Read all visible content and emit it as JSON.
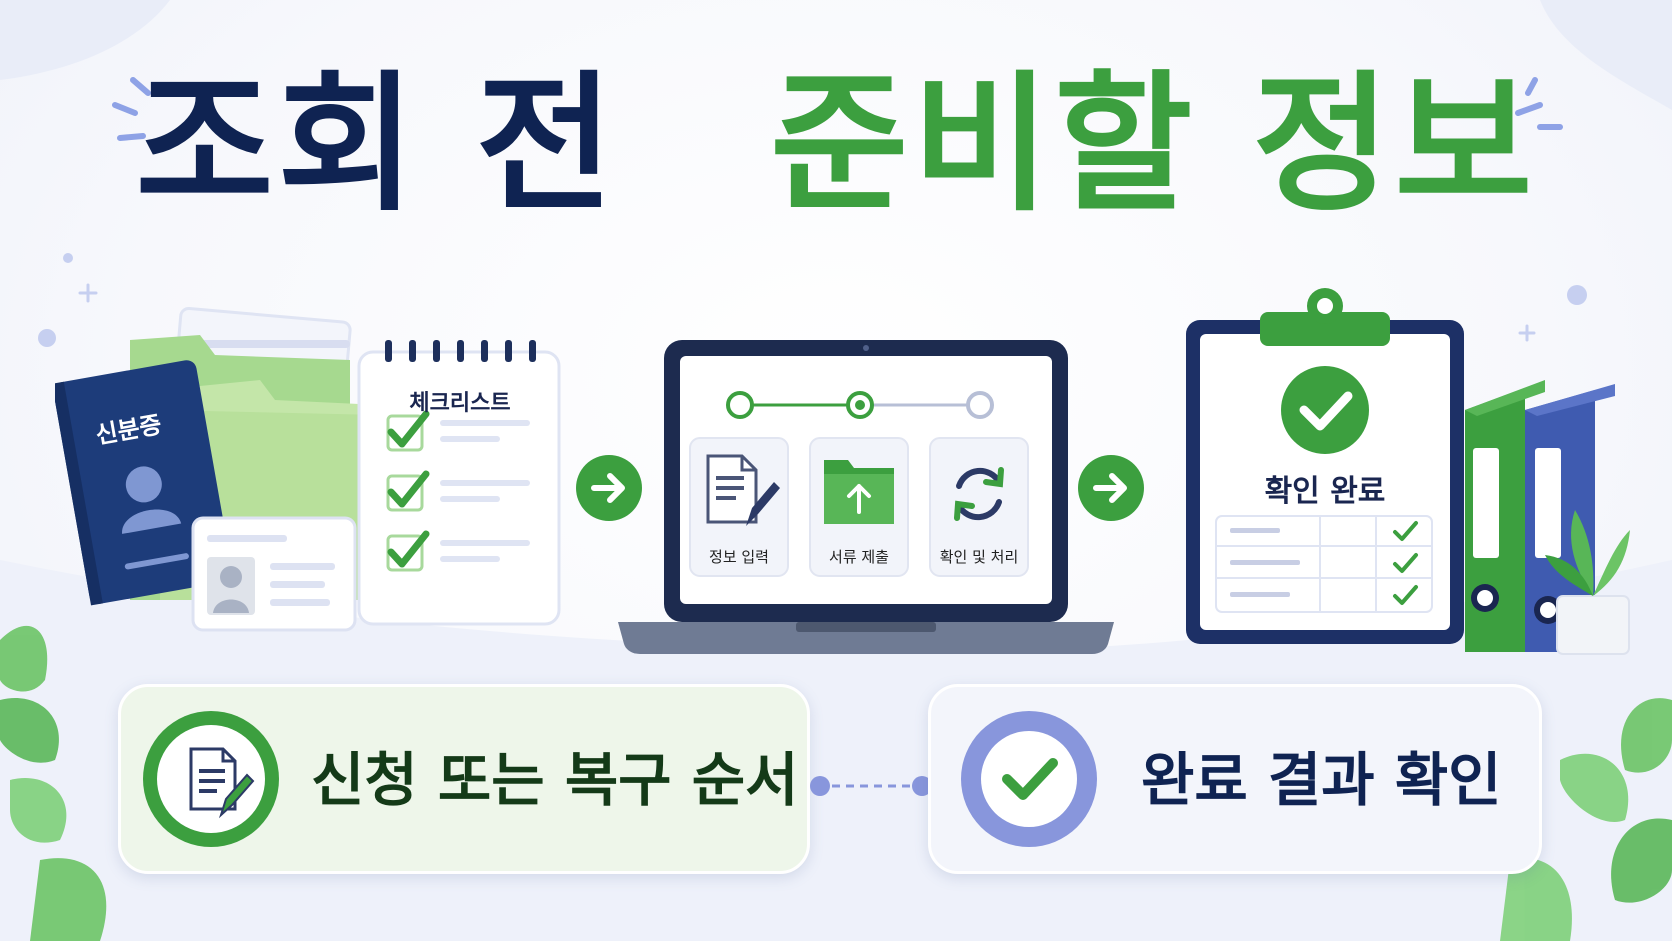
{
  "title": {
    "part1": "조회 전",
    "part2": "준비할 정보"
  },
  "colors": {
    "navy": "#0f2352",
    "green": "#3c9f3f",
    "light_green": "#8fd07f",
    "periwinkle": "#8896dc",
    "blue": "#3f5bb0"
  },
  "id_card": {
    "label": "신분증"
  },
  "checklist": {
    "title": "체크리스트"
  },
  "laptop_steps": [
    {
      "label": "정보 입력",
      "icon": "document-pen-icon"
    },
    {
      "label": "서류 제출",
      "icon": "folder-upload-icon"
    },
    {
      "label": "확인 및 처리",
      "icon": "refresh-icon"
    }
  ],
  "clipboard": {
    "title": "확인 완료"
  },
  "cards": {
    "left": {
      "label": "신청 또는 복구 순서",
      "icon": "document-pen-icon"
    },
    "right": {
      "label": "완료 결과 확인",
      "icon": "check-circle-icon"
    }
  }
}
